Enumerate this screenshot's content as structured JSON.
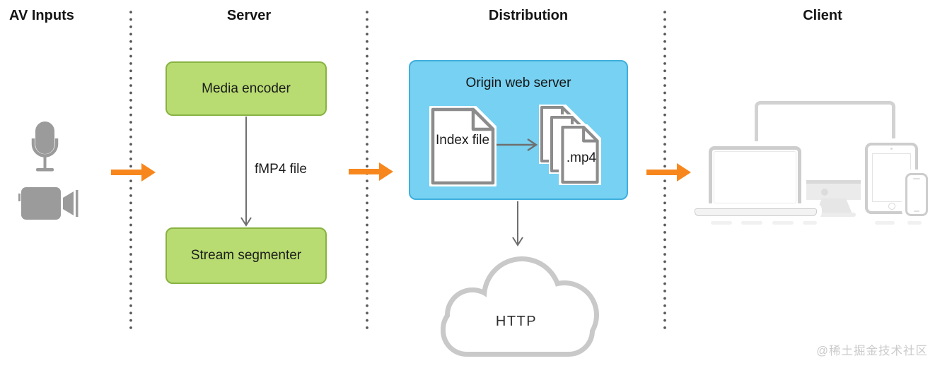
{
  "column_titles": {
    "av_inputs": "AV Inputs",
    "server": "Server",
    "distribution": "Distribution",
    "client": "Client"
  },
  "server_flow": {
    "media_encoder": "Media encoder",
    "fmp4_label": "fMP4 file",
    "stream_segmenter": "Stream segmenter"
  },
  "distribution_flow": {
    "origin_title": "Origin web server",
    "index_file": "Index file",
    "mp4_file": ".mp4",
    "http_cloud": "HTTP"
  },
  "av_input_icons": [
    "microphone-icon",
    "video-camera-icon"
  ],
  "client_device_icons": [
    "desktop-display-icon",
    "laptop-icon",
    "tablet-icon",
    "phone-icon"
  ],
  "watermark": "@稀土掘金技术社区",
  "colors": {
    "accent_orange": "#F7871D",
    "box_green_fill": "#B8DC71",
    "box_green_border": "#88B343",
    "box_blue_fill": "#77D1F2",
    "box_blue_border": "#3FAFDD",
    "dot_gray": "#595959",
    "icon_gray": "#9B9B9B",
    "device_gray": "#D2D2D2",
    "cloud_gray": "#C9C9C9",
    "connector_gray": "#6F6F6F",
    "doc_stroke": "#8C8C8C"
  }
}
